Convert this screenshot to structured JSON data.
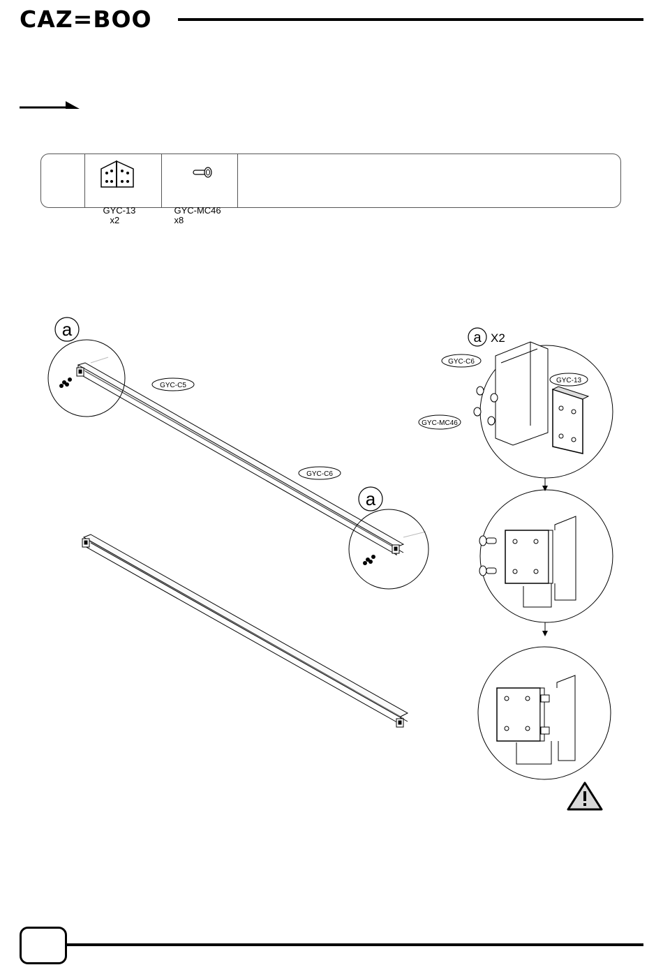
{
  "header": {
    "logo_text": "CAZ=BOO"
  },
  "parts": [
    {
      "code": "GYC-13",
      "qty": "x2",
      "icon": "corner-bracket-icon"
    },
    {
      "code": "GYC-MC46",
      "qty": "x8",
      "icon": "bolt-icon"
    }
  ],
  "drawing": {
    "callout_label": "a",
    "callout_qty": "X2",
    "beam_tags": [
      "GYC-C5",
      "GYC-C6"
    ],
    "detail_tags": [
      "GYC-C6",
      "GYC-13",
      "GYC-MC46"
    ],
    "warning_icon": "warning-triangle-icon"
  },
  "footer": {
    "page_number": ""
  }
}
